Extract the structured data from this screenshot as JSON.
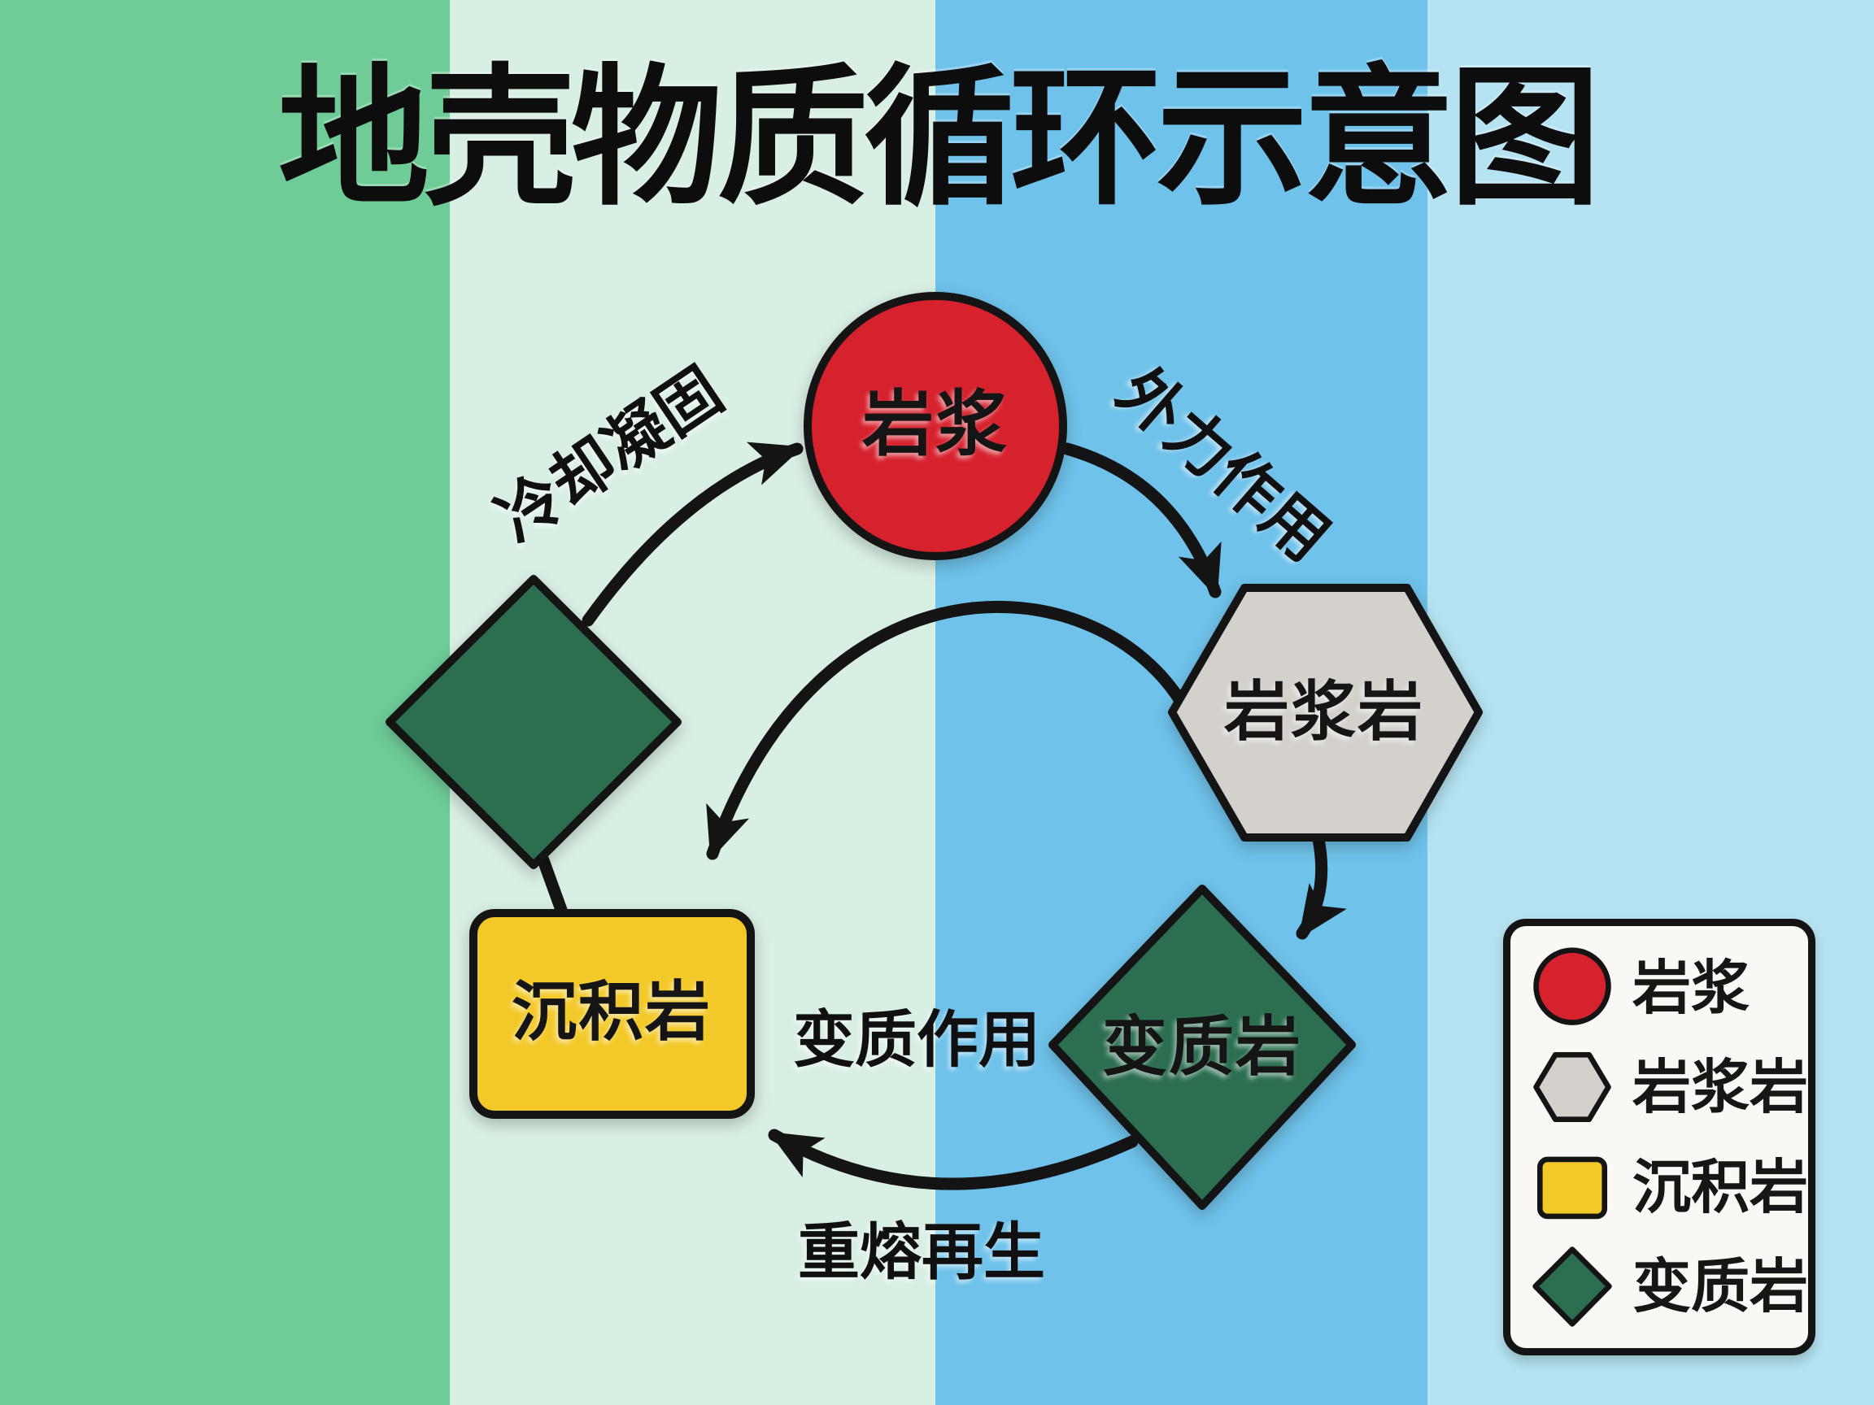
{
  "title": "地壳物质循环示意图",
  "nodes": {
    "magma": {
      "label": "岩浆"
    },
    "igneous": {
      "label": "岩浆岩"
    },
    "sedimentary": {
      "label": "沉积岩"
    },
    "metamorphic": {
      "label": "变质岩"
    }
  },
  "edges": {
    "cooling": {
      "label": "冷却凝固"
    },
    "external_force": {
      "label": "外力作用"
    },
    "metamorphism": {
      "label": "变质作用"
    },
    "remelting": {
      "label": "重熔再生"
    }
  },
  "legend": {
    "items": [
      {
        "icon": "circle-icon",
        "label": "岩浆",
        "color": "#D6222D"
      },
      {
        "icon": "hexagon-icon",
        "label": "岩浆岩",
        "color": "#D4D1CD"
      },
      {
        "icon": "square-icon",
        "label": "沉积岩",
        "color": "#F3C92A"
      },
      {
        "icon": "diamond-icon",
        "label": "变质岩",
        "color": "#2B6F50"
      }
    ]
  },
  "colors": {
    "stripe_1": "#6FCC96",
    "stripe_2": "#D8EFE3",
    "stripe_3": "#6FC2EA",
    "stripe_4": "#B5E3F1",
    "magma_red": "#D6222D",
    "igneous_gray": "#D4D1CD",
    "sedimentary_yellow": "#F3C92A",
    "metamorphic_green": "#2B6F50",
    "outline_black": "#141414",
    "legend_bg": "#FAF8F5"
  }
}
